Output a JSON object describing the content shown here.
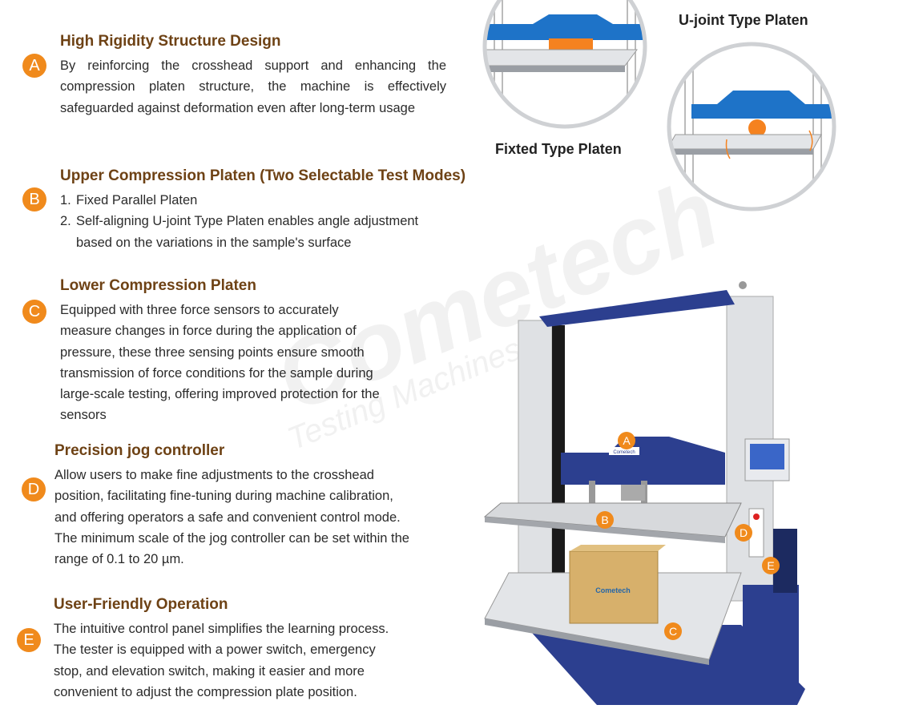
{
  "watermark": {
    "brand": "Cometech",
    "tagline": "Testing Machines"
  },
  "sections": [
    {
      "badge": "A",
      "title": "High Rigidity Structure Design",
      "body": "By reinforcing the crosshead support and enhancing the compression platen structure, the machine is effectively safeguarded against deformation even after long-term usage"
    },
    {
      "badge": "B",
      "title": "Upper Compression Platen (Two Selectable Test Modes)",
      "items": [
        "1.",
        "Fixed Parallel Platen",
        "2.",
        "Self-aligning U-joint Type Platen enables angle adjustment",
        "based on the variations in the sample's surface"
      ]
    },
    {
      "badge": "C",
      "title": "Lower Compression Platen",
      "lines": [
        "Equipped with three force sensors to accurately",
        "measure changes in force during the application of",
        "pressure, these three sensing points ensure smooth",
        "transmission of force conditions for the sample during",
        "large-scale testing, offering improved protection for the",
        "sensors"
      ]
    },
    {
      "badge": "D",
      "title": "Precision jog controller",
      "lines": [
        "Allow users to make fine adjustments to the crosshead",
        "position, facilitating fine-tuning during machine calibration,",
        "and offering operators a safe and convenient control mode.",
        "The minimum scale of the jog controller can be set within the",
        "range of 0.1 to 20 µm."
      ]
    },
    {
      "badge": "E",
      "title": "User-Friendly Operation",
      "lines": [
        "The intuitive control panel simplifies the learning process.",
        "The tester is equipped with a power switch, emergency",
        "stop, and elevation switch, making it easier and more",
        "convenient to adjust the compression plate position."
      ]
    }
  ],
  "diagrams": {
    "ujoint_label": "U-joint Type Platen",
    "fixed_label": "Fixted Type Platen"
  },
  "machine": {
    "markers": [
      "A",
      "B",
      "C",
      "D",
      "E"
    ],
    "box_logo": "Cometech"
  },
  "colors": {
    "badge": "#f08a1c",
    "heading": "#6e4215",
    "platen_blue": "#1e73c8",
    "frame_blue": "#2c3f8f"
  }
}
